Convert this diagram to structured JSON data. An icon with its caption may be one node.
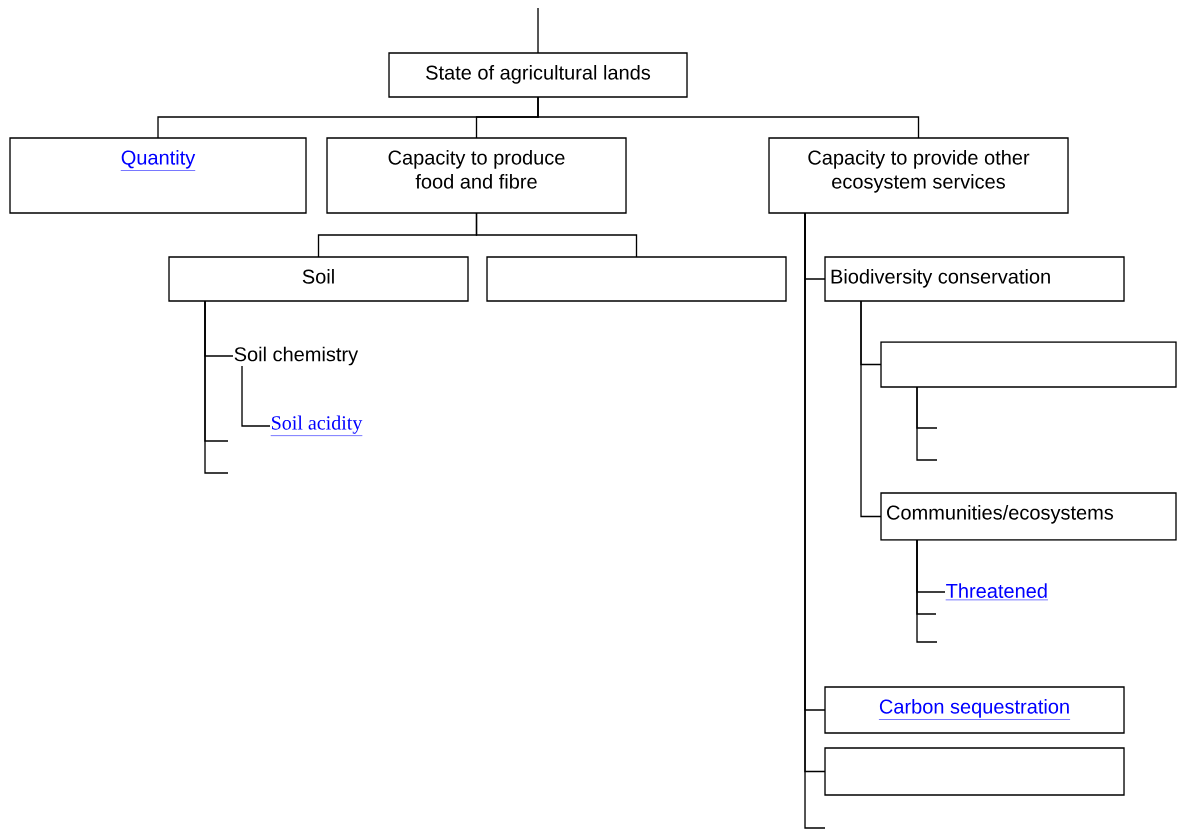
{
  "diagram": {
    "nodes": [
      {
        "text": [
          "State of agricultural lands"
        ]
      },
      {
        "text": [
          "Quantity"
        ]
      },
      {
        "text": [
          "Capacity to produce food and fibre"
        ]
      },
      {
        "text": [
          "Capacity to provide other ecosystem services"
        ]
      },
      {
        "text": [
          "Soil"
        ]
      },
      {
        "text": [],
        "shape": "box"
      },
      {
        "text": [
          "Soil chemistry"
        ]
      },
      {
        "text": [
          "Soil acidity"
        ]
      },
      {
        "text": [
          "Biodiversity conservation"
        ]
      },
      {
        "text": [],
        "shape": "box"
      },
      {
        "text": [
          "Communities/ecosystems"
        ]
      },
      {
        "text": [
          "Threatened"
        ]
      },
      {
        "text": [
          "Carbon sequestration"
        ]
      },
      {
        "text": [],
        "shape": "box"
      }
    ],
    "edges": [
      {
        "from": null,
        "to": 0,
        "arrow": "none"
      },
      {
        "from": 0,
        "to": 1,
        "arrow": "none"
      },
      {
        "from": 0,
        "to": 2,
        "arrow": "none"
      },
      {
        "from": 0,
        "to": 3,
        "arrow": "none"
      },
      {
        "from": 2,
        "to": 4,
        "arrow": "none"
      },
      {
        "from": 2,
        "to": 5,
        "arrow": "none"
      },
      {
        "from": 4,
        "to": 6,
        "arrow": "none"
      },
      {
        "from": 4,
        "to": null,
        "arrow": "none"
      },
      {
        "from": 4,
        "to": null,
        "arrow": "none"
      },
      {
        "from": 6,
        "to": 7,
        "arrow": "none"
      },
      {
        "from": 3,
        "to": 8,
        "arrow": "none"
      },
      {
        "from": 3,
        "to": 12,
        "arrow": "none"
      },
      {
        "from": 3,
        "to": 13,
        "arrow": "none"
      },
      {
        "from": 3,
        "to": null,
        "arrow": "none"
      },
      {
        "from": 8,
        "to": 9,
        "arrow": "none"
      },
      {
        "from": 8,
        "to": 10,
        "arrow": "none"
      },
      {
        "from": 9,
        "to": null,
        "arrow": "none"
      },
      {
        "from": 9,
        "to": null,
        "arrow": "none"
      },
      {
        "from": 10,
        "to": 11,
        "arrow": "none"
      },
      {
        "from": 10,
        "to": null,
        "arrow": "none"
      },
      {
        "from": 10,
        "to": null,
        "arrow": "none"
      }
    ]
  }
}
